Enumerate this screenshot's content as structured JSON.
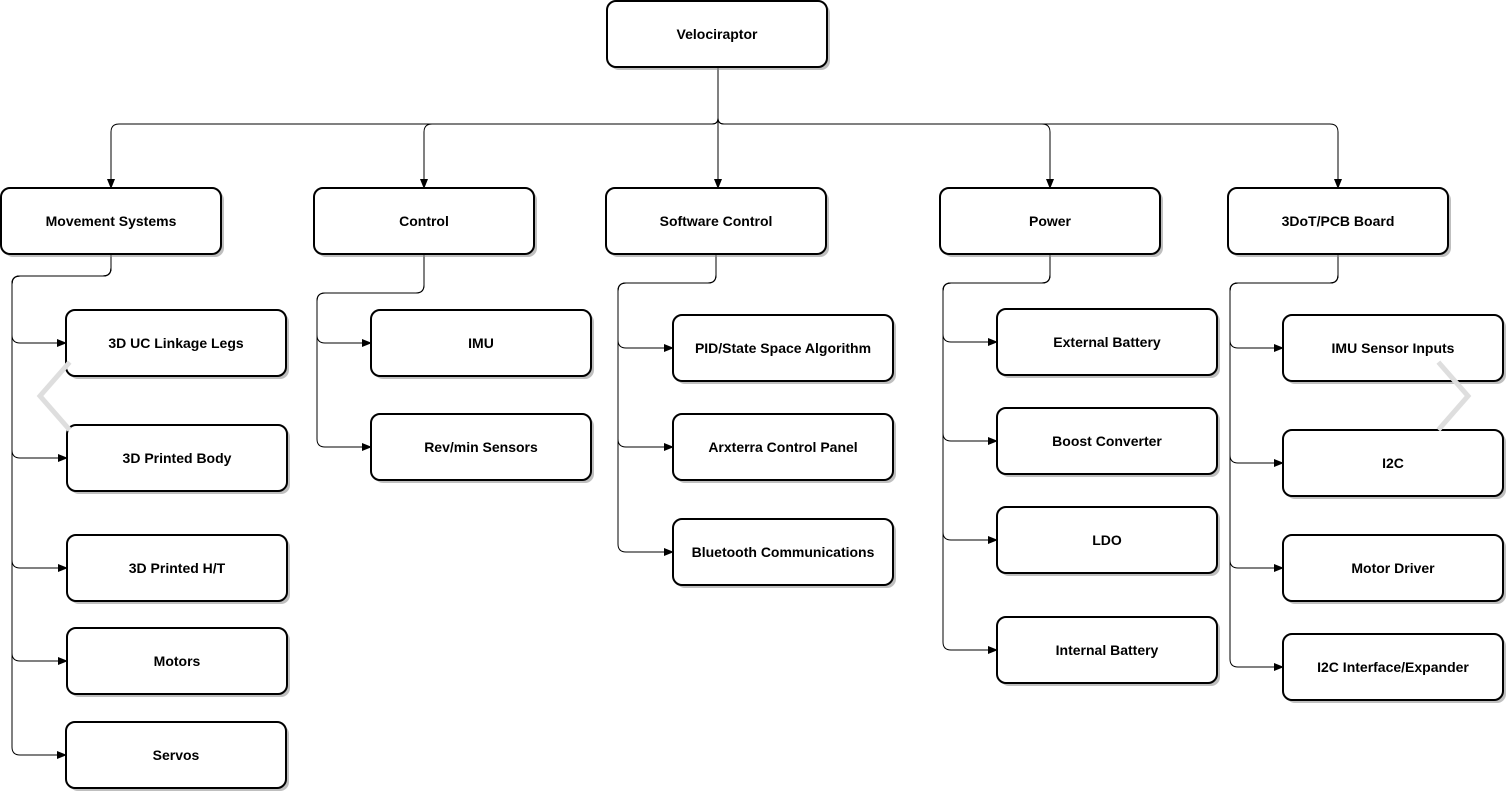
{
  "diagram": {
    "root": {
      "id": "velociraptor",
      "label": "Velociraptor"
    },
    "categories": [
      {
        "id": "movement-systems",
        "label": "Movement Systems",
        "children": [
          {
            "id": "3d-uc-linkage-legs",
            "label": "3D UC Linkage Legs"
          },
          {
            "id": "3d-printed-body",
            "label": "3D Printed Body"
          },
          {
            "id": "3d-printed-ht",
            "label": "3D Printed H/T"
          },
          {
            "id": "motors",
            "label": "Motors"
          },
          {
            "id": "servos",
            "label": "Servos"
          }
        ]
      },
      {
        "id": "control",
        "label": "Control",
        "children": [
          {
            "id": "imu",
            "label": "IMU"
          },
          {
            "id": "rev-min-sensors",
            "label": "Rev/min Sensors"
          }
        ]
      },
      {
        "id": "software-control",
        "label": "Software Control",
        "children": [
          {
            "id": "pid-state-space-algorithm",
            "label": "PID/State Space Algorithm"
          },
          {
            "id": "arxterra-control-panel",
            "label": "Arxterra Control Panel"
          },
          {
            "id": "bluetooth-communications",
            "label": "Bluetooth Communications"
          }
        ]
      },
      {
        "id": "power",
        "label": "Power",
        "children": [
          {
            "id": "external-battery",
            "label": "External Battery"
          },
          {
            "id": "boost-converter",
            "label": "Boost Converter"
          },
          {
            "id": "ldo",
            "label": "LDO"
          },
          {
            "id": "internal-battery",
            "label": "Internal Battery"
          }
        ]
      },
      {
        "id": "3dot-pcb-board",
        "label": "3DoT/PCB Board",
        "children": [
          {
            "id": "imu-sensor-inputs",
            "label": "IMU Sensor Inputs"
          },
          {
            "id": "i2c",
            "label": "I2C"
          },
          {
            "id": "motor-driver",
            "label": "Motor Driver"
          },
          {
            "id": "i2c-interface-expander",
            "label": "I2C Interface/Expander"
          }
        ]
      }
    ]
  },
  "carousel": {
    "prev_icon": "chevron-left-icon",
    "next_icon": "chevron-right-icon"
  }
}
